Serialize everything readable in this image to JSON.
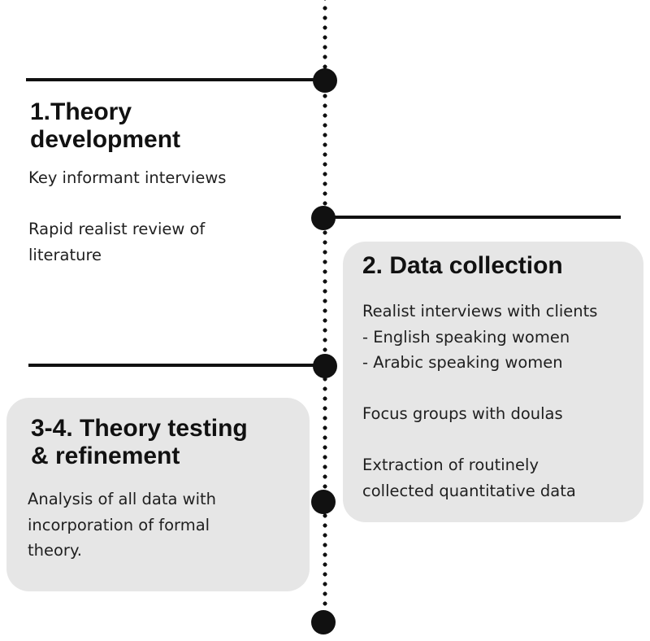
{
  "stages": [
    {
      "title": "1.Theory\ndevelopment",
      "items": [
        "Key informant interviews",
        "Rapid realist review of\nliterature"
      ]
    },
    {
      "title": "2. Data collection",
      "items": [
        "Realist interviews with clients",
        "- English speaking women",
        "- Arabic speaking women",
        "Focus groups with doulas",
        "Extraction of routinely\ncollected quantitative data"
      ]
    },
    {
      "title": "3-4. Theory testing\n& refinement",
      "items": [
        "Analysis of all data with\nincorporation of formal\ntheory."
      ]
    }
  ],
  "colors": {
    "card_background": "#e6e6e6",
    "line": "#111111"
  }
}
